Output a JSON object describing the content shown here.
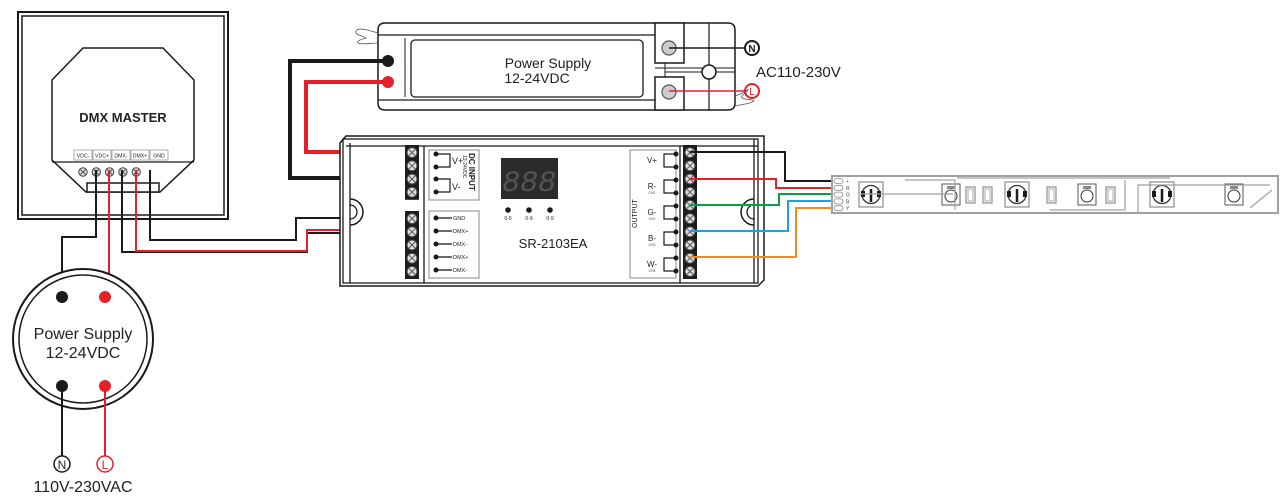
{
  "colors": {
    "black_wire": "#1a1a1a",
    "red_wire": "#e5202a",
    "green_wire": "#0aa04a",
    "blue_wire": "#1aa5e0",
    "orange_wire": "#f08a24",
    "strip_gray": "#a0a0a0",
    "display_bg": "#2b2b2b",
    "terminal_dark": "#1c1c1c"
  },
  "dmx_master": {
    "title": "DMX MASTER",
    "terminals": [
      "VDC-",
      "VDC+",
      "DMX-",
      "DMX+",
      "GND"
    ]
  },
  "round_power_supply": {
    "line1": "Power Supply",
    "line2": "12-24VDC",
    "neutral_symbol": "N",
    "live_symbol": "L",
    "input_label": "110V-230VAC"
  },
  "box_power_supply": {
    "line1": "Power Supply",
    "line2": "12-24VDC",
    "neutral_symbol": "N",
    "live_symbol": "L",
    "input_label": "AC110-230V"
  },
  "decoder": {
    "model": "SR-2103EA",
    "display_digits": "888",
    "dc_input_title": "DC INPUT",
    "dc_input_sub": "12-24VDC",
    "dc_input_terminals": [
      "V+",
      "V-"
    ],
    "dmx_terminals": [
      "GND",
      "DMX+",
      "DMX-",
      "DMX+",
      "DMX-"
    ],
    "dial_labels": [
      "0-5",
      "0-9",
      "0-9"
    ],
    "output_title": "OUTPUT",
    "output_terminals": [
      {
        "label": "V+",
        "sub": ""
      },
      {
        "label": "R-",
        "sub": "CH1"
      },
      {
        "label": "G-",
        "sub": "CH2"
      },
      {
        "label": "B-",
        "sub": "CH3"
      },
      {
        "label": "W-",
        "sub": "CH4"
      }
    ]
  },
  "led_strip": {
    "pins": [
      "+",
      "R",
      "G",
      "B",
      "Y"
    ]
  }
}
